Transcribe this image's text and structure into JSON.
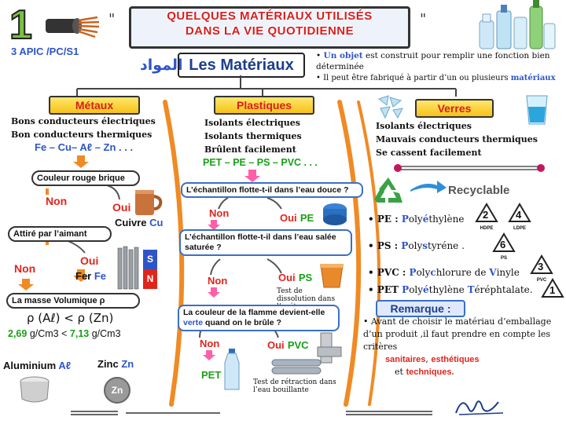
{
  "header": {
    "number": "1",
    "level": "3 APIC /PC/S1",
    "title_line1": "QUELQUES MATÉRIAUX UTILISÉS",
    "title_line2": "DANS LA VIE QUOTIDIENNE"
  },
  "main": {
    "arabic_label": "المواد",
    "label": "Les Matériaux",
    "def1_a": "Un objet",
    "def1_b": " est construit pour remplir une fonction bien déterminée",
    "def2_a": "Il peut être fabriqué à partir d’un ou plusieurs ",
    "def2_b": "matériaux"
  },
  "metaux": {
    "title": "Métaux",
    "props": [
      "Bons conducteurs électriques",
      "Bon conducteurs thermiques"
    ],
    "examples": "Fe – Cu– Aℓ – Zn . . .",
    "q1": "Couleur rouge brique",
    "non1": "Non",
    "oui1": "Oui",
    "cuivre": "Cuivre",
    "cu": "Cu",
    "q2": "Attiré par l’aimant",
    "non2": "Non",
    "oui2": "Oui",
    "fer": "Fer",
    "fe": "Fe",
    "magnet_s": "S",
    "magnet_n": "N",
    "q3": "La masse Volumique ρ",
    "compare": "ρ (Aℓ) < ρ (Zn)",
    "val_al": "2,69",
    "compare_mid": " g/Cm3 < ",
    "val_zn": "7,13",
    "compare_end": " g/Cm3",
    "aluminium": "Aluminium",
    "al": "Aℓ",
    "zinc": "Zinc",
    "zn": "Zn",
    "zn_logo": "Zn"
  },
  "plastiques": {
    "title": "Plastiques",
    "props": [
      "Isolants électriques",
      "Isolants thermiques",
      "Brûlent facilement"
    ],
    "examples": "PET – PE – PS – PVC . . .",
    "q1": "L’échantillon flotte-t-il dans l’eau douce ?",
    "non1": "Non",
    "oui1": "Oui",
    "pe": "PE",
    "q2": "L’échantillon flotte-t-il dans l’eau salée saturée ?",
    "non2": "Non",
    "oui2": "Oui",
    "ps": "PS",
    "ps_note": "Test de dissolution dans l’acétone",
    "q3a": "La couleur de la flamme devient-elle ",
    "q3b": "verte",
    "q3c": " quand on le brûle ?",
    "non3": "Non",
    "oui3": "Oui",
    "pvc": "PVC",
    "pet": "PET",
    "pvc_note": "Test de rétraction dans l’eau bouillante"
  },
  "verres": {
    "title": "Verres",
    "props": [
      "Isolants électriques",
      "Mauvais conducteurs thermiques",
      "Se cassent facilement"
    ]
  },
  "recyclable": {
    "label": "Recyclable",
    "items": [
      {
        "abbr": "PE",
        "p1": " : ",
        "hl1": "P",
        "mid1": "oly",
        "hl2": "é",
        "mid2": "thylène"
      },
      {
        "abbr": "PS",
        "p1": " : ",
        "hl1": "P",
        "mid1": "oly",
        "hl2": "s",
        "mid2": "tyréne ."
      },
      {
        "abbr": "PVC",
        "p1": " : ",
        "hl1": "P",
        "mid1": "oly",
        "hl2": "c",
        "mid2": "hlorure de ",
        "hl3": "V",
        "mid3": "inyle"
      },
      {
        "abbr": "PET",
        "p1": " ",
        "hl1": "P",
        "mid1": "oly",
        "hl2": "é",
        "mid2": "thylène ",
        "hl3": "T",
        "mid3": "éréphtalate."
      }
    ],
    "symbols": [
      {
        "num": "2",
        "label": "HDPE"
      },
      {
        "num": "4",
        "label": "LDPE"
      },
      {
        "num": "6",
        "label": "PS"
      },
      {
        "num": "3",
        "label": "PVC"
      },
      {
        "num": "1",
        "label": ""
      }
    ]
  },
  "remarque": {
    "title": "Remarque :",
    "text1": "Avant de choisir le matériau d’emballage d’un produit ,il faut prendre en compte les critères",
    "sanitaires": "sanitaires",
    "sep": ", ",
    "esthetiques": "esthétiques",
    "et": "et ",
    "techniques": "techniques."
  },
  "colors": {
    "red": "#e0251c",
    "blue": "#2e55c8",
    "green": "#17a017",
    "orange": "#f08a24",
    "yellow": "#f6c21a"
  }
}
